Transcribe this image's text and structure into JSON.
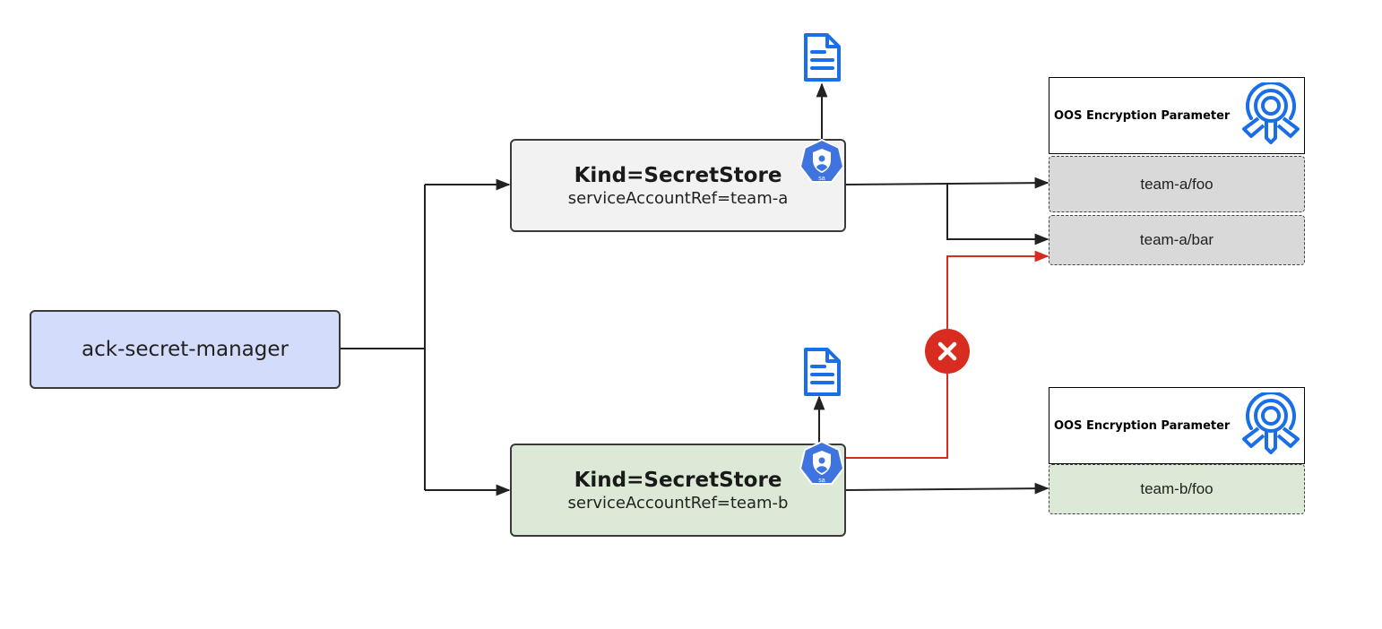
{
  "manager": {
    "label": "ack-secret-manager"
  },
  "stores": [
    {
      "kind": "Kind=SecretStore",
      "ref": "serviceAccountRef=team-a",
      "fill": "#f2f2f2"
    },
    {
      "kind": "Kind=SecretStore",
      "ref": "serviceAccountRef=team-b",
      "fill": "#dce9d6"
    }
  ],
  "oos": [
    {
      "title": "OOS Encryption Parameter",
      "params": [
        "team-a/foo",
        "team-a/bar"
      ]
    },
    {
      "title": "OOS Encryption Parameter",
      "params": [
        "team-b/foo"
      ]
    }
  ],
  "icons": {
    "document": "document-icon",
    "service_account": "service-account-icon",
    "service_account_text": "sa",
    "key": "kms-key-icon",
    "deny": "access-denied-icon"
  },
  "colors": {
    "manager_fill": "#d4dcfb",
    "accent_blue": "#1a6ee8",
    "deny_red": "#d82c20",
    "param_gray": "#d9d9d9",
    "param_green": "#dce9d6"
  }
}
